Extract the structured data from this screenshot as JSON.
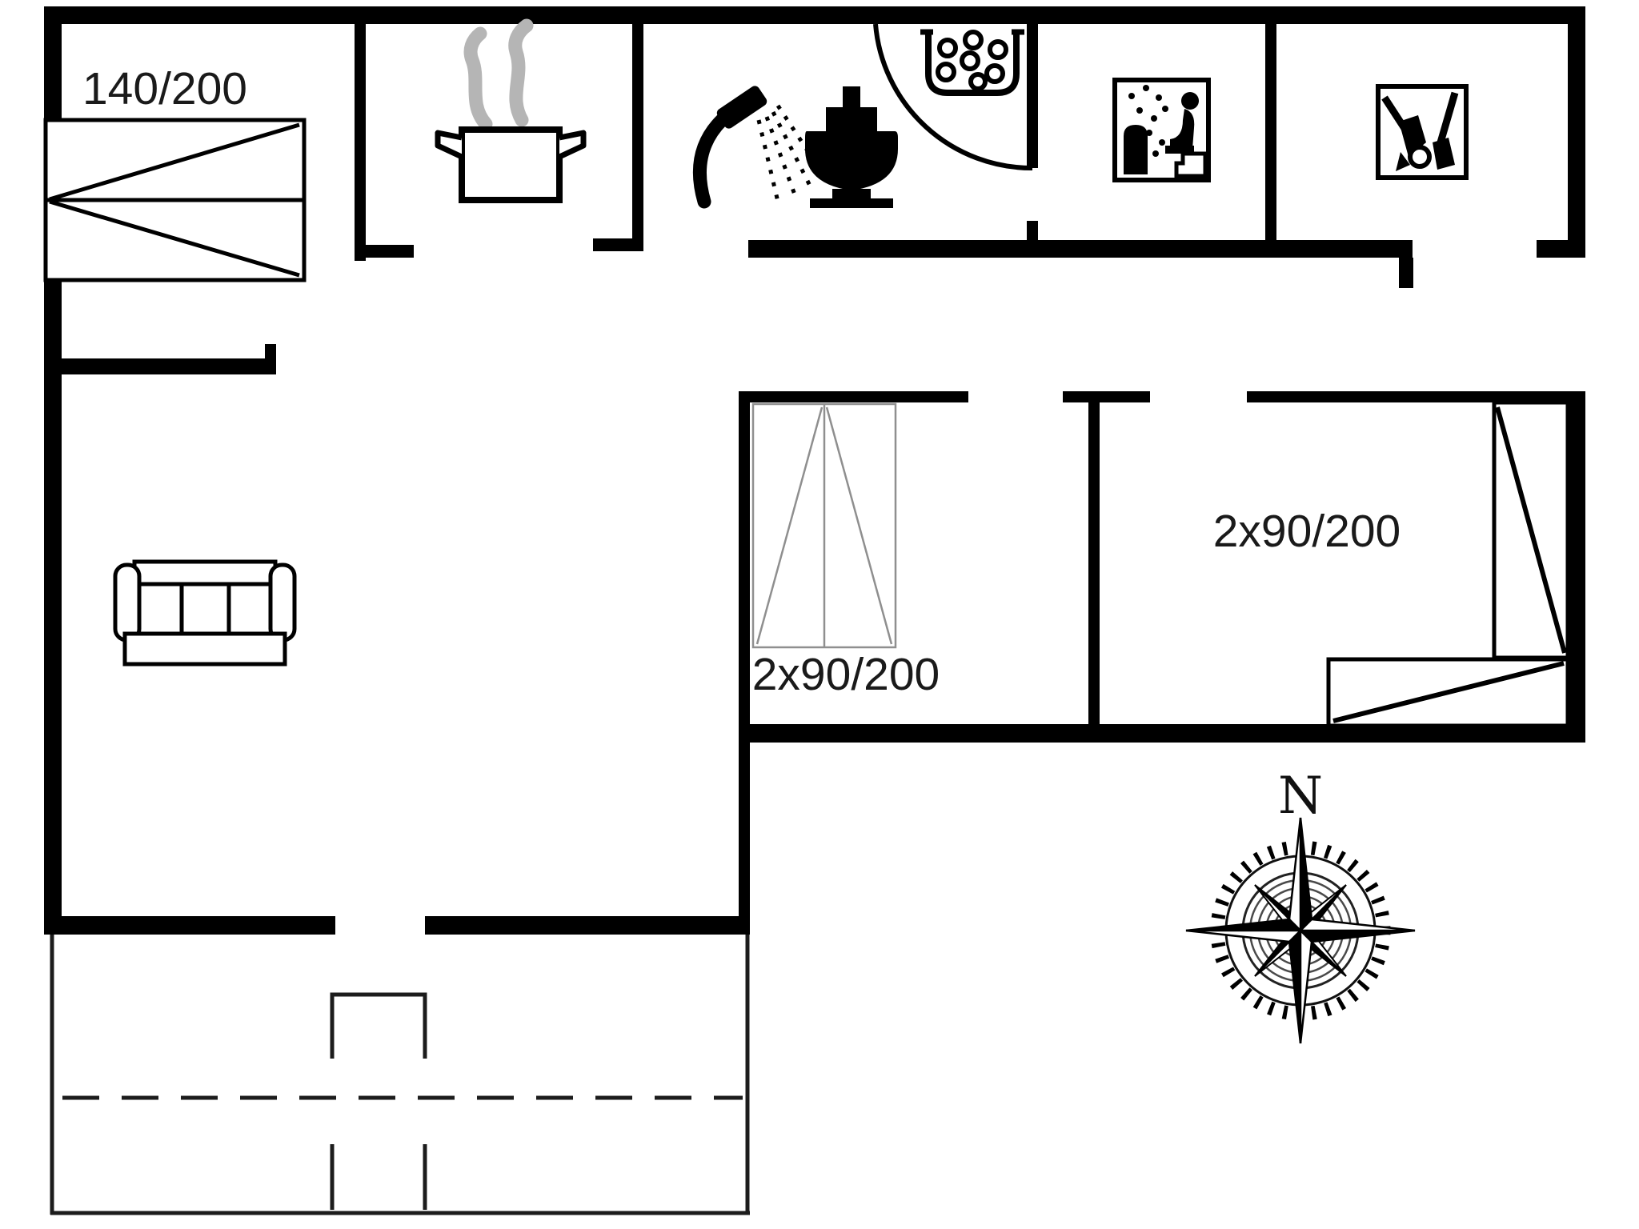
{
  "labels": {
    "bed_double": "140/200",
    "bunk_bed": "2x90/200",
    "twin_bed": "2x90/200",
    "compass_north": "N"
  },
  "colors": {
    "wall": "#000000",
    "background": "#ffffff",
    "light_lines": "#8f8f8f",
    "steam": "#b5b5b5"
  },
  "icons": [
    "cooking-pot-steam-icon",
    "shower-icon",
    "toilet-icon",
    "whirlpool-tub-icon",
    "sauna-icon",
    "vacuum-and-broom-icon",
    "door-swing-arc",
    "double-bed-symbol",
    "bunk-bed-symbol",
    "twin-bed-symbol",
    "sofa-symbol",
    "compass-rose",
    "terrace-dashed-boundary"
  ]
}
